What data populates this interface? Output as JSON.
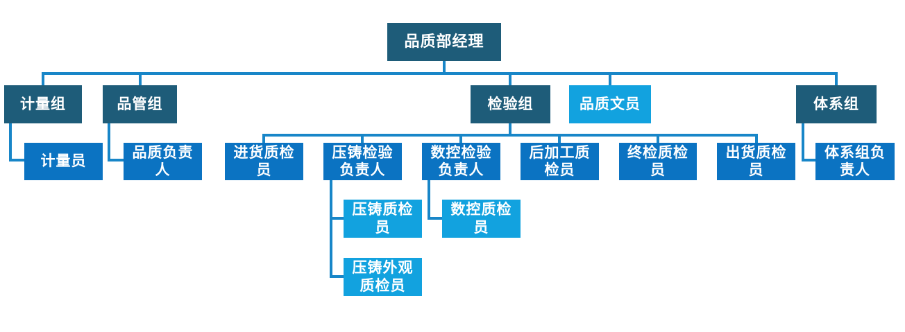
{
  "diagram": {
    "type": "org-chart",
    "colors": {
      "group_box": "#1E5C79",
      "staff_box": "#0B73C2",
      "special_box": "#12A2DF",
      "connector": "#1886C8",
      "text": "#FFFFFF",
      "background": "#FFFFFF"
    },
    "nodes": [
      {
        "id": "manager",
        "label": "品质部经理",
        "variant": "dark",
        "parent": null
      },
      {
        "id": "jiliang-group",
        "label": "计量组",
        "variant": "dark",
        "parent": "manager"
      },
      {
        "id": "pinguan-group",
        "label": "品管组",
        "variant": "dark",
        "parent": "manager"
      },
      {
        "id": "jianyan-group",
        "label": "检验组",
        "variant": "dark",
        "parent": "manager"
      },
      {
        "id": "pinzhi-wenyuan",
        "label": "品质文员",
        "variant": "light",
        "parent": "manager"
      },
      {
        "id": "tixi-group",
        "label": "体系组",
        "variant": "dark",
        "parent": "manager"
      },
      {
        "id": "jiliang-yuan",
        "label": "计量员",
        "variant": "medium",
        "parent": "jiliang-group"
      },
      {
        "id": "pinzhi-fuzeren",
        "label": "品质负责人",
        "variant": "medium",
        "parent": "pinguan-group"
      },
      {
        "id": "jinhuo-zhijianyuan",
        "label": "进货质检员",
        "variant": "medium",
        "parent": "jianyan-group"
      },
      {
        "id": "yazhu-jianyan-fuzeren",
        "label": "压铸检验负责人",
        "variant": "medium",
        "parent": "jianyan-group"
      },
      {
        "id": "shukong-jianyan-fuzeren",
        "label": "数控检验负责人",
        "variant": "medium",
        "parent": "jianyan-group"
      },
      {
        "id": "houjiagong-zhijianyuan",
        "label": "后加工质检员",
        "variant": "medium",
        "parent": "jianyan-group"
      },
      {
        "id": "zhongjian-zhijianyuan",
        "label": "终检质检员",
        "variant": "medium",
        "parent": "jianyan-group"
      },
      {
        "id": "chuhuo-zhijianyuan",
        "label": "出货质检员",
        "variant": "medium",
        "parent": "jianyan-group"
      },
      {
        "id": "tixi-fuzeren",
        "label": "体系组负责人",
        "variant": "medium",
        "parent": "tixi-group"
      },
      {
        "id": "yazhu-zhijianyuan",
        "label": "压铸质检员",
        "variant": "light",
        "parent": "yazhu-jianyan-fuzeren"
      },
      {
        "id": "shukong-zhijianyuan",
        "label": "数控质检员",
        "variant": "light",
        "parent": "shukong-jianyan-fuzeren"
      },
      {
        "id": "yazhu-waiguan-zhijianyuan",
        "label": "压铸外观质检员",
        "variant": "light",
        "parent": "yazhu-jianyan-fuzeren"
      }
    ]
  }
}
